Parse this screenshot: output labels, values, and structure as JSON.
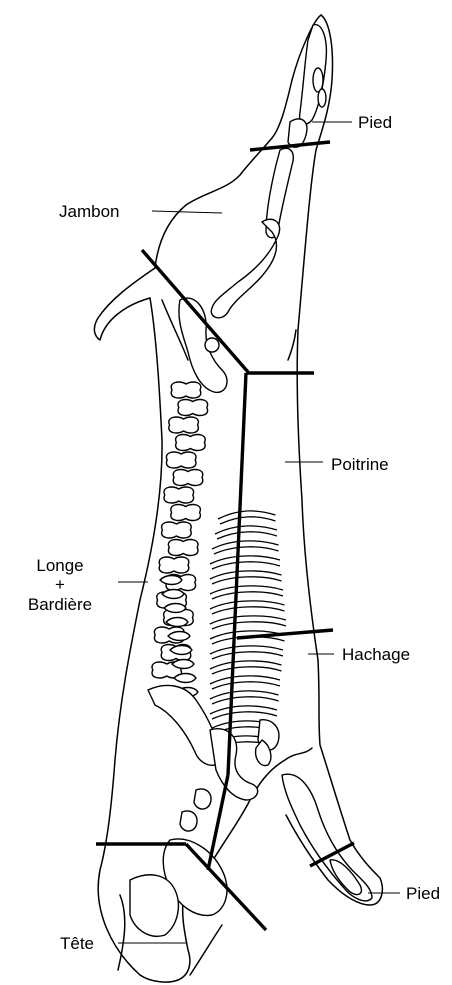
{
  "labels": {
    "pied_hind": "Pied",
    "jambon": "Jambon",
    "poitrine": "Poitrine",
    "longe_1": "Longe",
    "longe_2": "+",
    "longe_3": "Bardière",
    "hachage": "Hachage",
    "pied_fore": "Pied",
    "tete": "Tête"
  }
}
